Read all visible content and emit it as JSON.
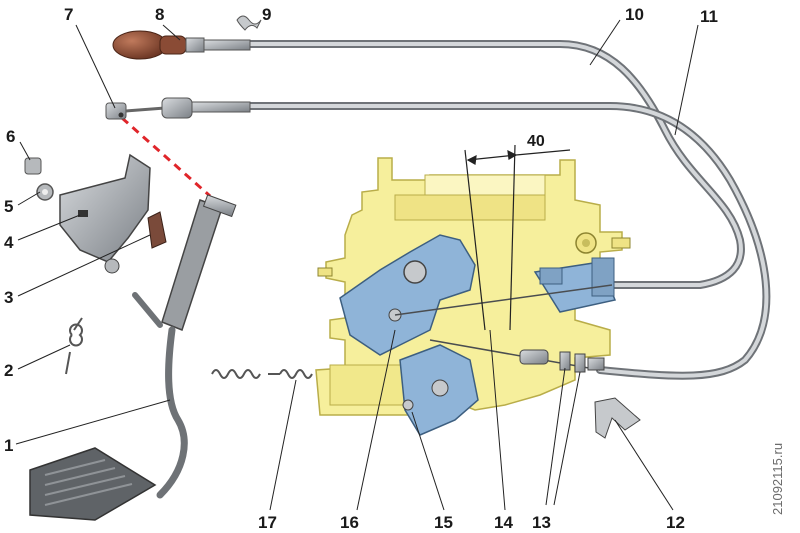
{
  "callouts": {
    "c1": "1",
    "c2": "2",
    "c3": "3",
    "c4": "4",
    "c5": "5",
    "c6": "6",
    "c7": "7",
    "c8": "8",
    "c9": "9",
    "c10": "10",
    "c11": "11",
    "c12": "12",
    "c13": "13",
    "c14": "14",
    "c15": "15",
    "c16": "16",
    "c17": "17"
  },
  "dimension": "40",
  "watermark": "21092115.ru",
  "colors": {
    "carburetor": "#f6ef9c",
    "throttle_parts": "#8fb4d8",
    "cable": "#b9bdc2",
    "knob": "#8a4b35",
    "pedal": "#8c8f93",
    "pad": "#7a4a3a",
    "dashed_link": "#e0252a"
  }
}
